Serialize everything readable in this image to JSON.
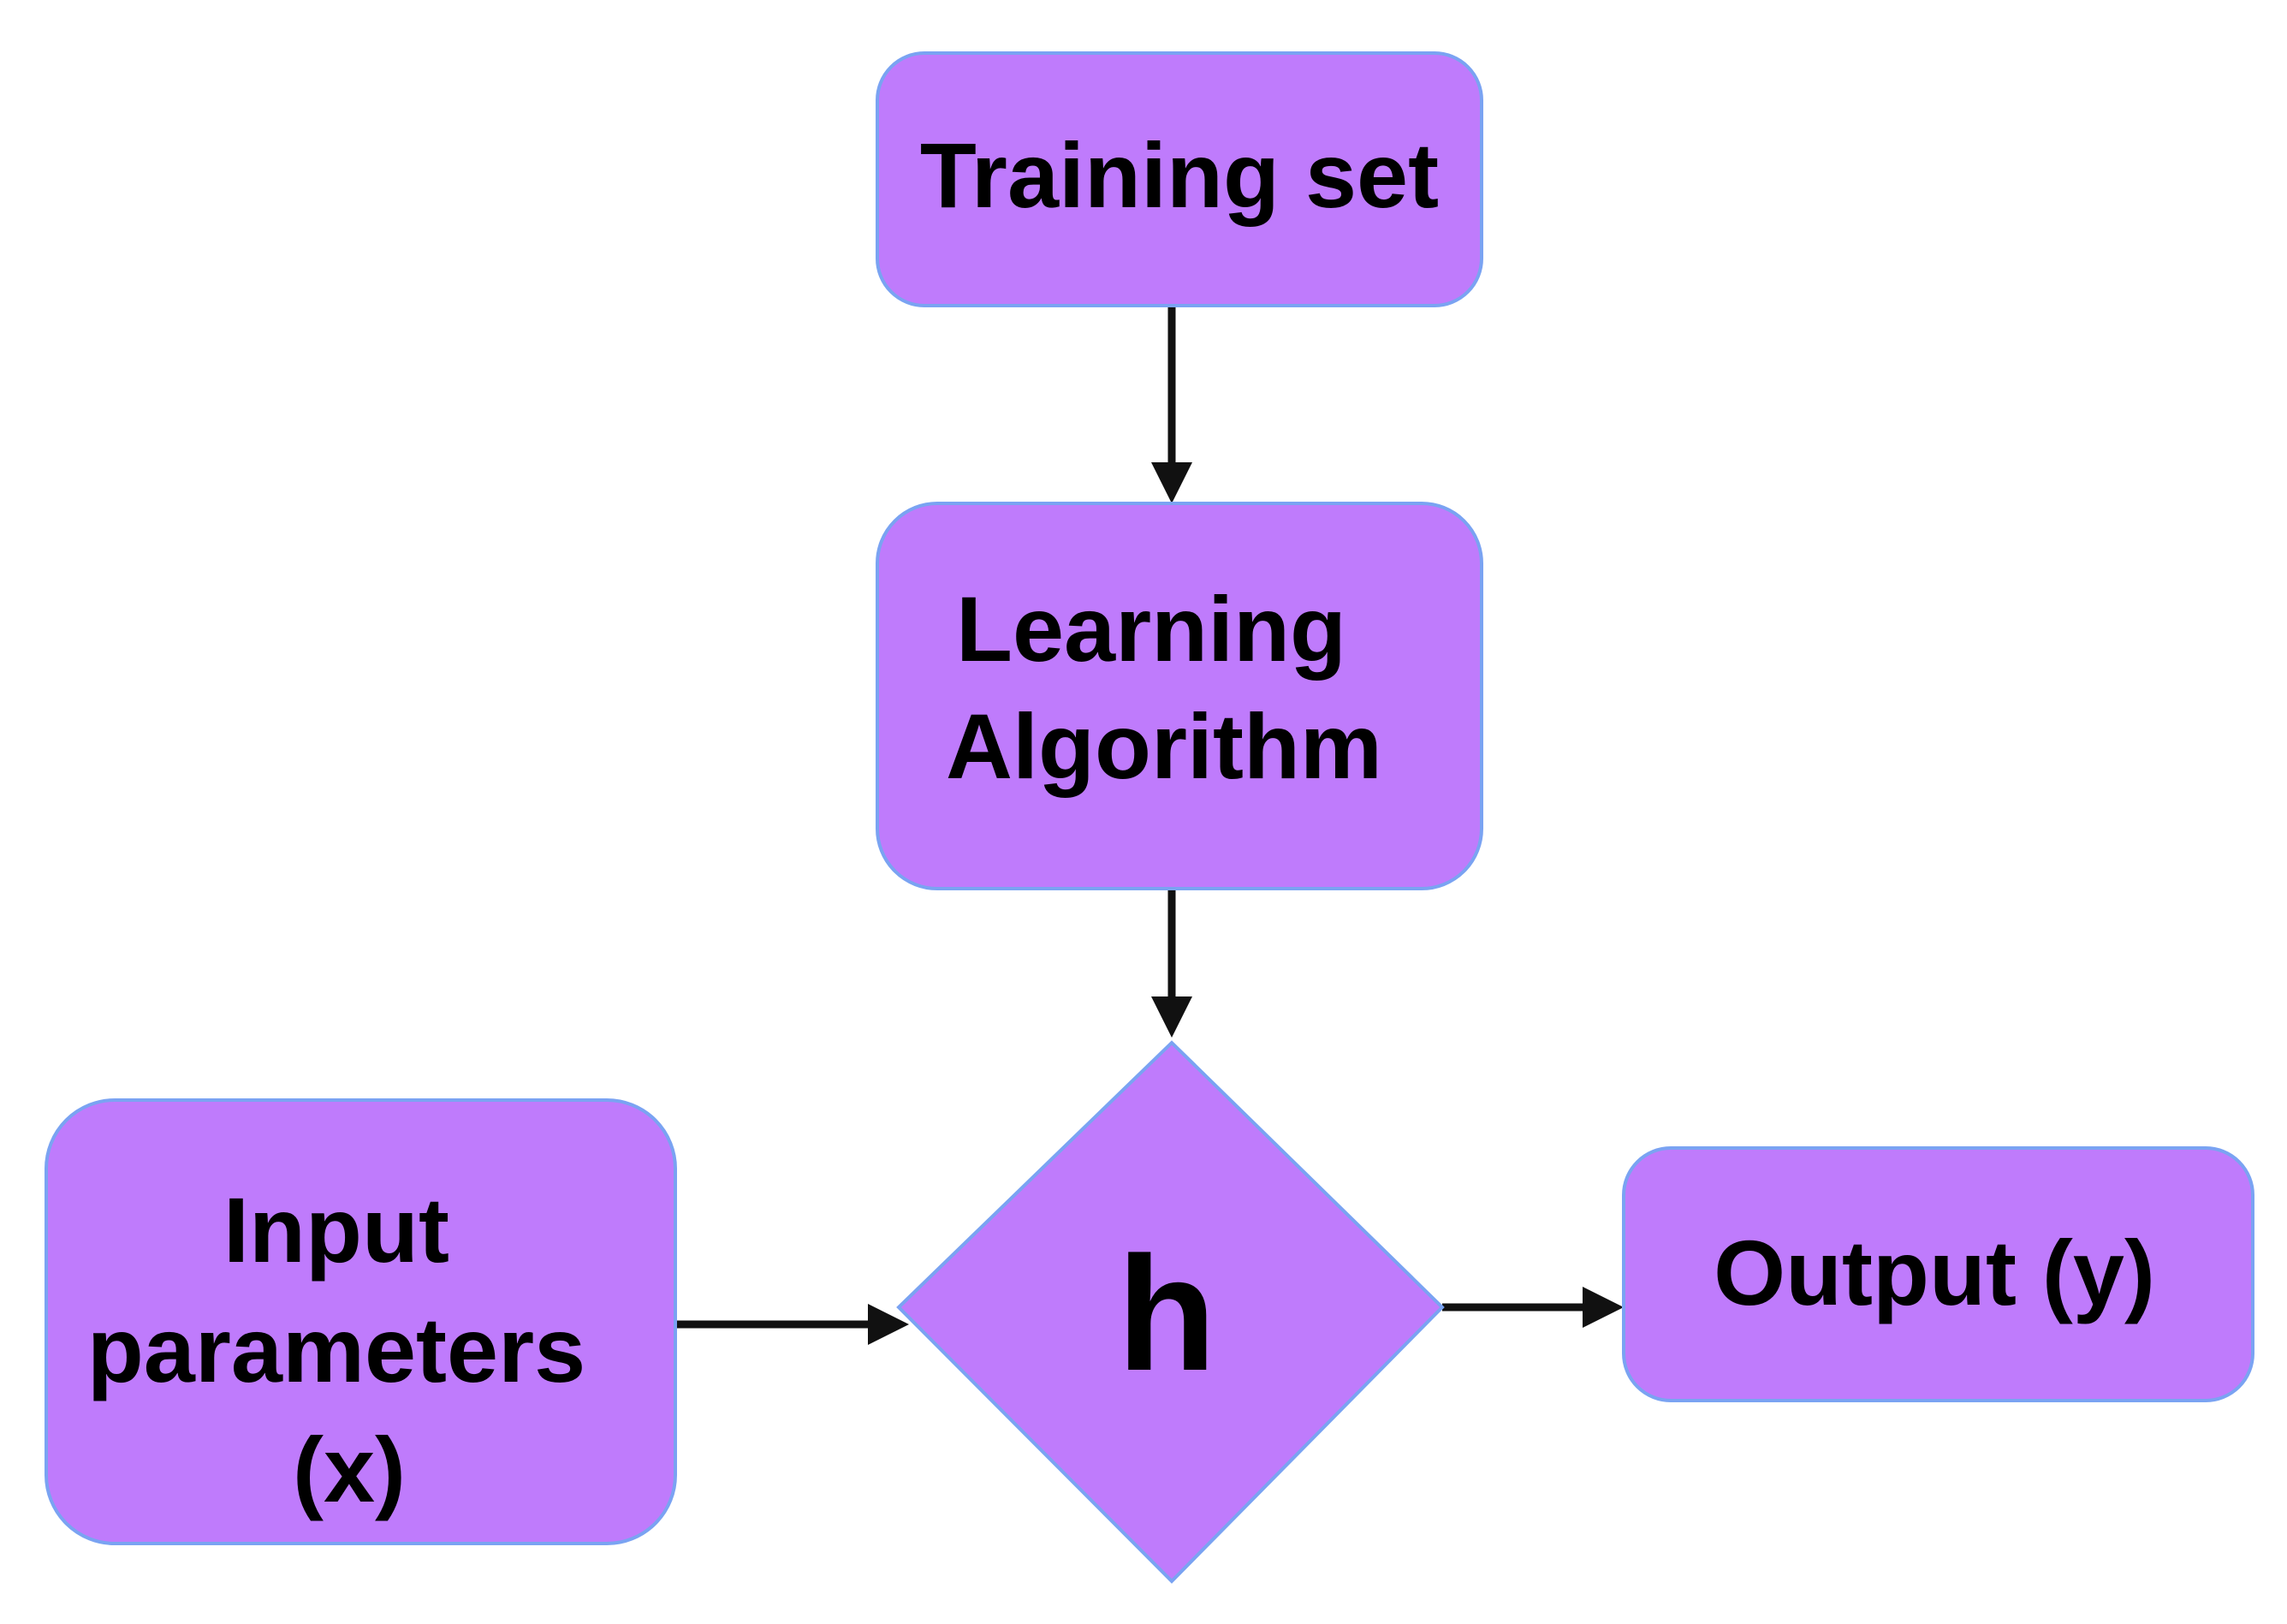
{
  "diagram": {
    "nodes": {
      "training_set": {
        "lines": [
          "Training set"
        ]
      },
      "learning_algorithm": {
        "lines": [
          "Learning",
          "Algorithm"
        ]
      },
      "hypothesis": {
        "lines": [
          "h"
        ]
      },
      "input_parameters": {
        "lines": [
          "Input",
          "parameters",
          "(x)"
        ]
      },
      "output": {
        "lines": [
          "Output (y)"
        ]
      }
    },
    "edges": [
      {
        "from": "training_set",
        "to": "learning_algorithm"
      },
      {
        "from": "learning_algorithm",
        "to": "hypothesis"
      },
      {
        "from": "input_parameters",
        "to": "hypothesis"
      },
      {
        "from": "hypothesis",
        "to": "output"
      }
    ],
    "colors": {
      "node_fill": "#bf7bfc",
      "node_border": "#7aa3f2",
      "arrow": "#111111"
    }
  }
}
